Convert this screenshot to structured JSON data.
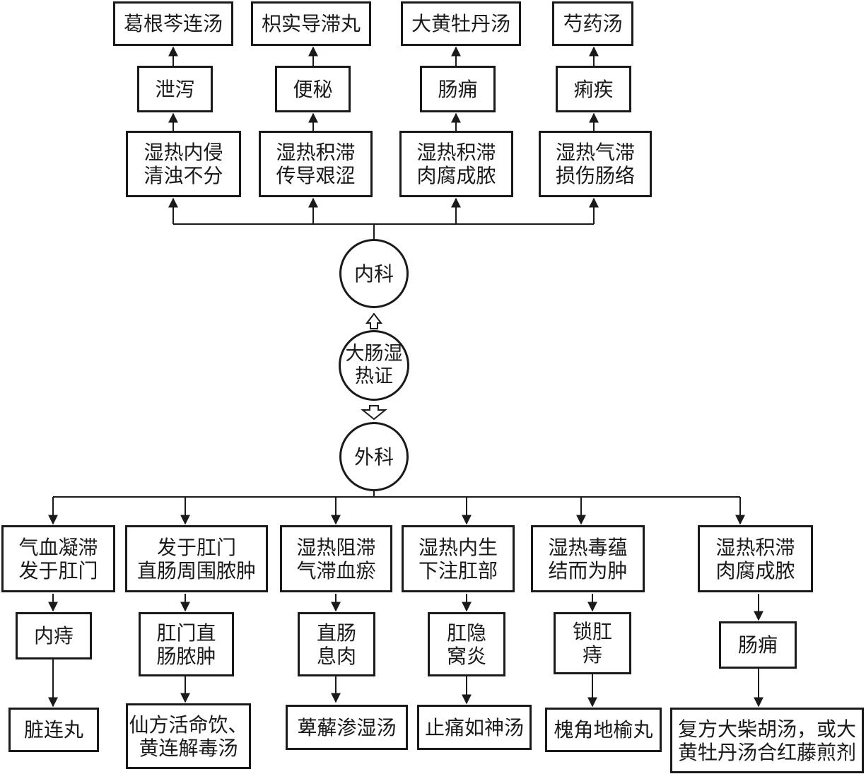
{
  "diagram": {
    "center": "大肠湿\n热证",
    "internal": {
      "label": "内科",
      "branches": [
        {
          "cause": "湿热内侵\n清浊不分",
          "disease": "泄泻",
          "formula": "葛根芩连汤"
        },
        {
          "cause": "湿热积滞\n传导艰涩",
          "disease": "便秘",
          "formula": "枳实导滞丸"
        },
        {
          "cause": "湿热积滞\n肉腐成脓",
          "disease": "肠痈",
          "formula": "大黄牡丹汤"
        },
        {
          "cause": "湿热气滞\n损伤肠络",
          "disease": "痢疾",
          "formula": "芍药汤"
        }
      ]
    },
    "external": {
      "label": "外科",
      "branches": [
        {
          "cause": "气血凝滞\n发于肛门",
          "disease": "内痔",
          "formula": "脏连丸"
        },
        {
          "cause": "发于肛门\n直肠周围脓肿",
          "disease": "肛门直\n肠脓肿",
          "formula": "仙方活命饮、\n黄连解毒汤"
        },
        {
          "cause": "湿热阻滞\n气滞血瘀",
          "disease": "直肠\n息肉",
          "formula": "萆薢渗湿汤"
        },
        {
          "cause": "湿热内生\n下注肛部",
          "disease": "肛隐\n窝炎",
          "formula": "止痛如神汤"
        },
        {
          "cause": "湿热毒蕴\n结而为肿",
          "disease": "锁肛\n痔",
          "formula": "槐角地榆丸"
        },
        {
          "cause": "湿热积滞\n肉腐成脓",
          "disease": "肠痈",
          "formula": "复方大柴胡汤，或大\n黄牡丹汤合红藤煎剂"
        }
      ]
    }
  }
}
